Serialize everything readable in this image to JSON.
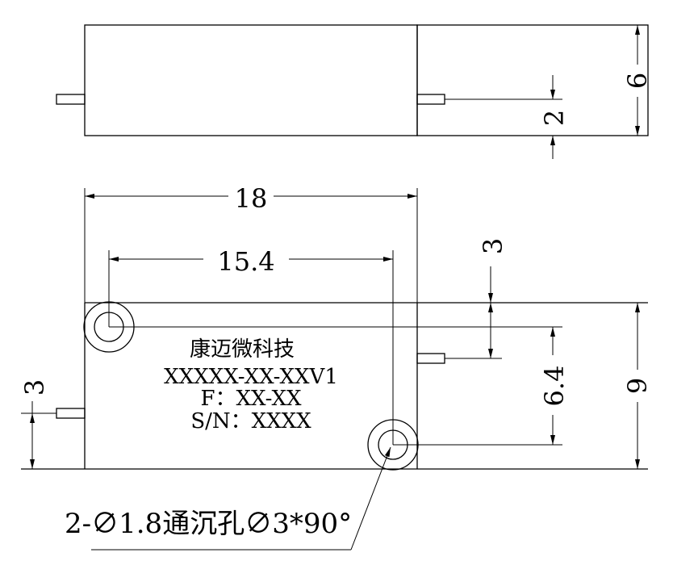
{
  "dimensions": {
    "top_height": "6",
    "top_pin_offset": "2",
    "width_18": "18",
    "hole_spacing": "15.4",
    "pin_offset_right": "3",
    "hole_vertical": "6.4",
    "height_9": "9",
    "pin_offset_left": "3"
  },
  "label": {
    "line1": "康迈微科技",
    "line2": "XXXXX-XX-XXV1",
    "line3": "F：XX-XX",
    "line4": "S/N：XXXX"
  },
  "hole_note": "2-∅1.8通沉孔∅3*90°",
  "colors": {
    "line": "#000000",
    "background": "#ffffff"
  }
}
